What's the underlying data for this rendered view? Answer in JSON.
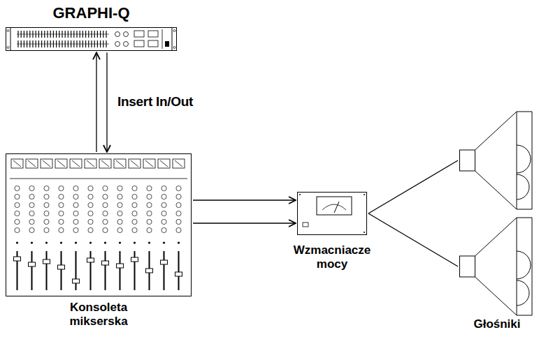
{
  "diagram": {
    "nodes": [
      {
        "text": [
          "GRAPHI-Q"
        ]
      },
      {
        "text": [
          "Konsoleta mikserska"
        ]
      },
      {
        "text": [
          "Wzmacniacze mocy"
        ]
      },
      {
        "text": [
          "Głośniki"
        ]
      }
    ],
    "edges": [
      {
        "from": 1,
        "to": 0,
        "arrow": "to"
      },
      {
        "from": 0,
        "to": 1,
        "arrow": "to",
        "label": "Insert In/Out"
      },
      {
        "from": 1,
        "to": 2,
        "arrow": "to"
      },
      {
        "from": 1,
        "to": 2,
        "arrow": "to"
      },
      {
        "from": 2,
        "to": 3,
        "arrow": "none"
      },
      {
        "from": 2,
        "to": 3,
        "arrow": "none"
      }
    ]
  }
}
